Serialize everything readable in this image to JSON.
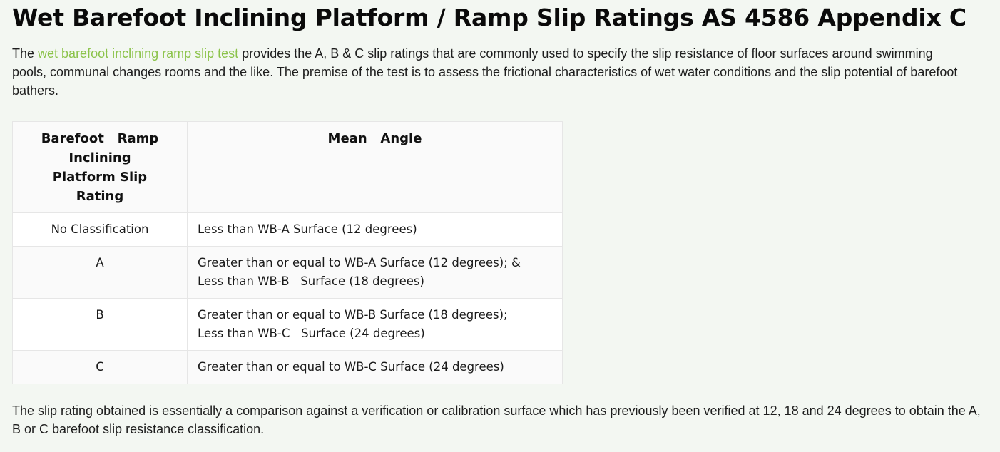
{
  "page": {
    "title": "Wet Barefoot Inclining Platform / Ramp Slip Ratings AS 4586 Appendix C",
    "intro": {
      "prefix": "The ",
      "link_text": "wet barefoot inclining ramp slip test",
      "suffix": " provides the A, B & C slip ratings that are commonly used to specify the slip resistance of floor surfaces around swimming pools, communal changes rooms and the like. The premise of the test is to assess the frictional characteristics of wet water conditions and the slip potential of barefoot bathers."
    },
    "outro": "The slip rating obtained is essentially a comparison against a verification or calibration surface which has previously been verified at 12, 18 and 24 degrees to obtain the A, B or C barefoot slip resistance classification."
  },
  "table": {
    "headers": {
      "rating": "Barefoot   Ramp Inclining Platform Slip Rating",
      "angle": "Mean   Angle"
    },
    "rows": [
      {
        "rating": "No Classification",
        "angle": "Less than WB-A Surface (12 degrees)"
      },
      {
        "rating": "A",
        "angle": "Greater than or equal to WB-A Surface (12 degrees); &\nLess than WB-B   Surface (18 degrees)"
      },
      {
        "rating": "B",
        "angle": "Greater than or equal to WB-B Surface (18 degrees);\nLess than WB-C   Surface (24 degrees)"
      },
      {
        "rating": "C",
        "angle": "Greater than or equal to WB-C Surface (24 degrees)"
      }
    ]
  },
  "colors": {
    "background": "#f3f7f2",
    "link": "#8bc34a",
    "table_border": "#e6e6e6",
    "row_shade": "#fafafa"
  }
}
